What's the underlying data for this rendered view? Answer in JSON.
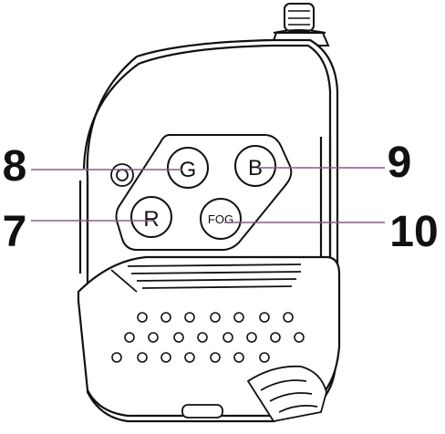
{
  "diagram": {
    "subject": "four-button remote control key fob",
    "buttons": [
      {
        "id": "G",
        "label": "G",
        "callout": "8"
      },
      {
        "id": "B",
        "label": "B",
        "callout": "9"
      },
      {
        "id": "R",
        "label": "R",
        "callout": "7"
      },
      {
        "id": "FOG",
        "label": "FOG",
        "callout": "10"
      }
    ],
    "callouts": {
      "c8": "8",
      "c9": "9",
      "c7": "7",
      "c10": "10"
    },
    "colors": {
      "outline": "#111111",
      "leader_line": "#8a5a8a",
      "background": "#ffffff"
    }
  }
}
